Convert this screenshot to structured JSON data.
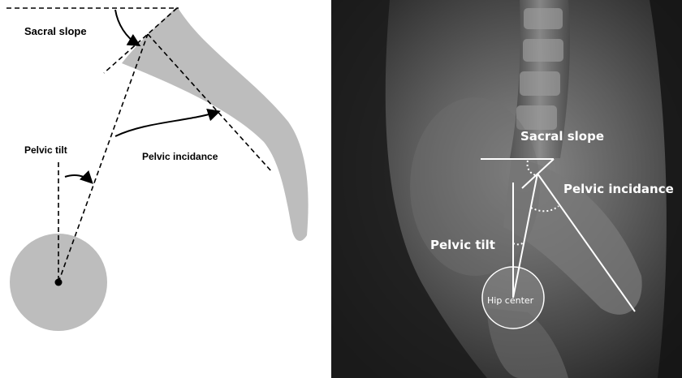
{
  "left_diagram": {
    "sacral_slope": "Sacral slope",
    "pelvic_tilt": "Pelvic tilt",
    "pelvic_incidence": "Pelvic incidance"
  },
  "xray": {
    "sacral_slope": "Sacral slope",
    "pelvic_incidence": "Pelvic incidance",
    "pelvic_tilt": "Pelvic tilt",
    "hip_center": "Hip center"
  },
  "colors": {
    "diagram_gray": "#bdbdbd",
    "xray_background": "#2a2a2a",
    "annotation": "#ffffff"
  }
}
